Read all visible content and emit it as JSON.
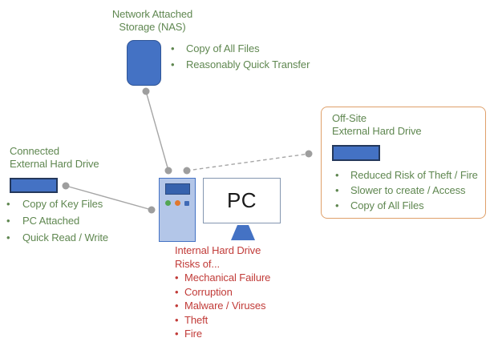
{
  "colors": {
    "device_blue": "#4472C4",
    "device_border": "#24385B",
    "tower_light_blue": "#B3C6E8",
    "monitor_border": "#8496B0",
    "green_text": "#5F8750",
    "red_text": "#C13B38",
    "offsite_border": "#DFA06A",
    "connector_gray": "#A6A6A6"
  },
  "nas": {
    "label_line1": "Network Attached",
    "label_line2": "Storage (NAS)",
    "bullet_glyph": "•",
    "bullets": [
      "Copy of All Files",
      "Reasonably Quick Transfer"
    ]
  },
  "connected_drive": {
    "label_line1": "Connected",
    "label_line2": "External Hard Drive",
    "bullet_glyph": "•",
    "bullets": [
      "Copy of Key Files",
      "PC Attached",
      "Quick Read / Write"
    ]
  },
  "pc": {
    "monitor_label": "PC"
  },
  "internal_drive": {
    "title_line1": "Internal Hard Drive",
    "title_line2": "Risks of...",
    "bullet_glyph": "•",
    "bullets": [
      "Mechanical Failure",
      "Corruption",
      "Malware / Viruses",
      "Theft",
      "Fire"
    ]
  },
  "offsite_drive": {
    "label_line1": "Off-Site",
    "label_line2": "External Hard Drive",
    "bullet_glyph": "•",
    "bullets": [
      "Reduced Risk of Theft / Fire",
      "Slower to create / Access",
      "Copy of All Files"
    ]
  }
}
